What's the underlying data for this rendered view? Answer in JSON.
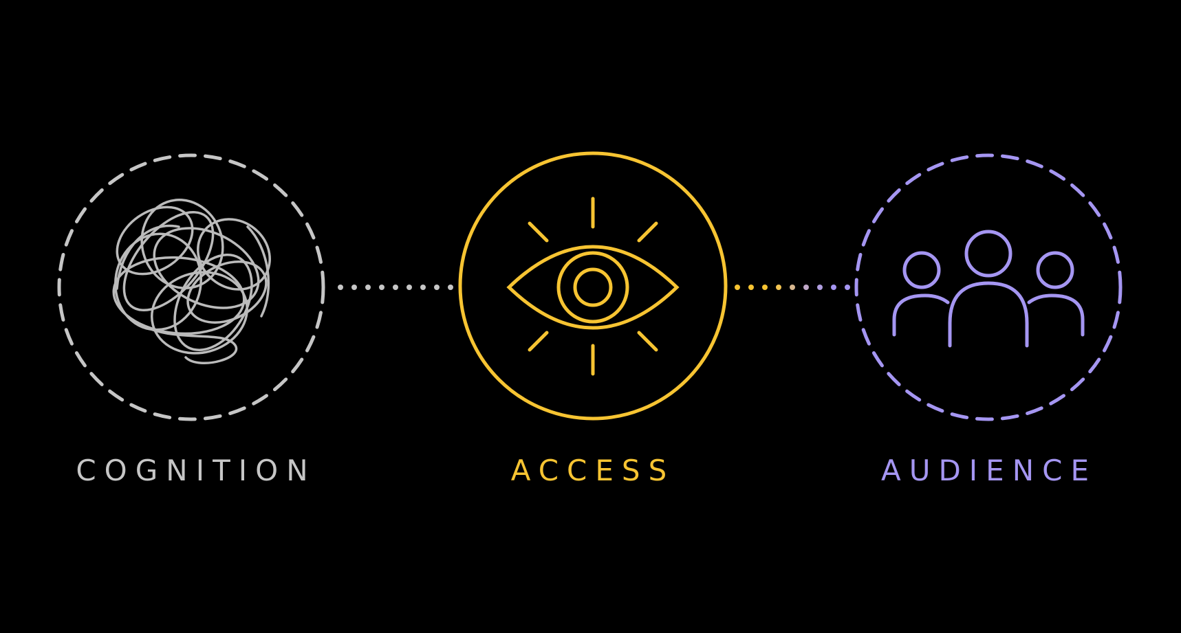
{
  "diagram": {
    "nodes": [
      {
        "id": "cognition",
        "label": "COGNITION",
        "icon": "scribble-icon",
        "ring": "dashed",
        "color": "#c6c6c6"
      },
      {
        "id": "access",
        "label": "ACCESS",
        "icon": "eye-icon",
        "ring": "solid",
        "color": "#f7c432"
      },
      {
        "id": "audience",
        "label": "AUDIENCE",
        "icon": "people-group-icon",
        "ring": "dashed",
        "color": "#a596f2"
      }
    ],
    "connectors": [
      {
        "from": "cognition",
        "to": "access",
        "style": "dotted",
        "color": "#c6c6c6"
      },
      {
        "from": "access",
        "to": "audience",
        "style": "dotted",
        "color_from": "#f7c432",
        "color_to": "#a596f2"
      }
    ],
    "background": "#000000"
  }
}
